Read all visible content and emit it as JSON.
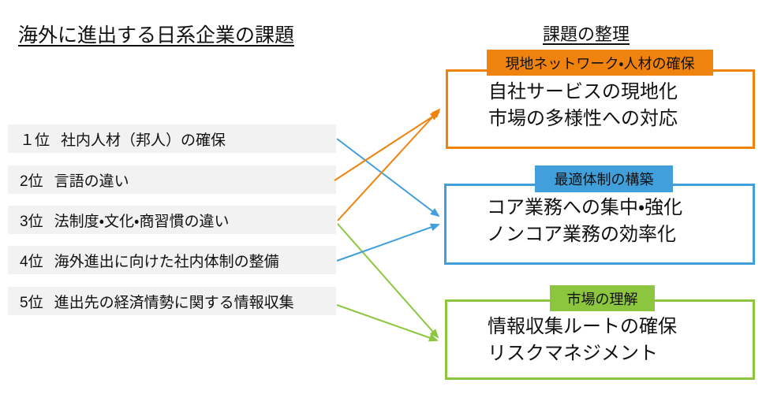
{
  "left": {
    "title": "海外に進出する日系企業の課題",
    "item_bg": "#f2f2f2",
    "items": [
      {
        "rank": "１位",
        "label": "社内人材（邦人）の確保"
      },
      {
        "rank": "2位",
        "label": "言語の違い"
      },
      {
        "rank": "3位",
        "label": "法制度・文化・商習慣の違い"
      },
      {
        "rank": "4位",
        "label": "海外進出に向けた社内体制の整備"
      },
      {
        "rank": "5位",
        "label": "進出先の経済情勢に関する情報収集"
      }
    ]
  },
  "right": {
    "title": "課題の整理",
    "boxes": [
      {
        "tab": "現地ネットワーク・人材の確保",
        "line1": "自社サービスの現地化",
        "line2": "市場の多様性への対応",
        "color": "#f0820e"
      },
      {
        "tab": "最適体制の構築",
        "line1": "コア業務への集中・強化",
        "line2": "ノンコア業務の効率化",
        "color": "#41a0dc"
      },
      {
        "tab": "市場の理解",
        "line1": "情報収集ルートの確保",
        "line2": "リスクマネジメント",
        "color": "#8cc63e"
      }
    ]
  },
  "arrows": [
    {
      "from": "１位 社内人材（邦人）の確保",
      "to": "最適体制の構築",
      "color": "#41a0dc"
    },
    {
      "from": "2位 言語の違い",
      "to": "現地ネットワーク・人材の確保",
      "color": "#f0820e"
    },
    {
      "from": "3位 法制度・文化・商習慣の違い",
      "to": "現地ネットワーク・人材の確保",
      "color": "#f0820e"
    },
    {
      "from": "3位 法制度・文化・商習慣の違い",
      "to": "市場の理解",
      "color": "#8cc63e"
    },
    {
      "from": "4位 海外進出に向けた社内体制の整備",
      "to": "最適体制の構築",
      "color": "#41a0dc"
    },
    {
      "from": "5位 進出先の経済情勢に関する情報収集",
      "to": "市場の理解",
      "color": "#8cc63e"
    }
  ]
}
